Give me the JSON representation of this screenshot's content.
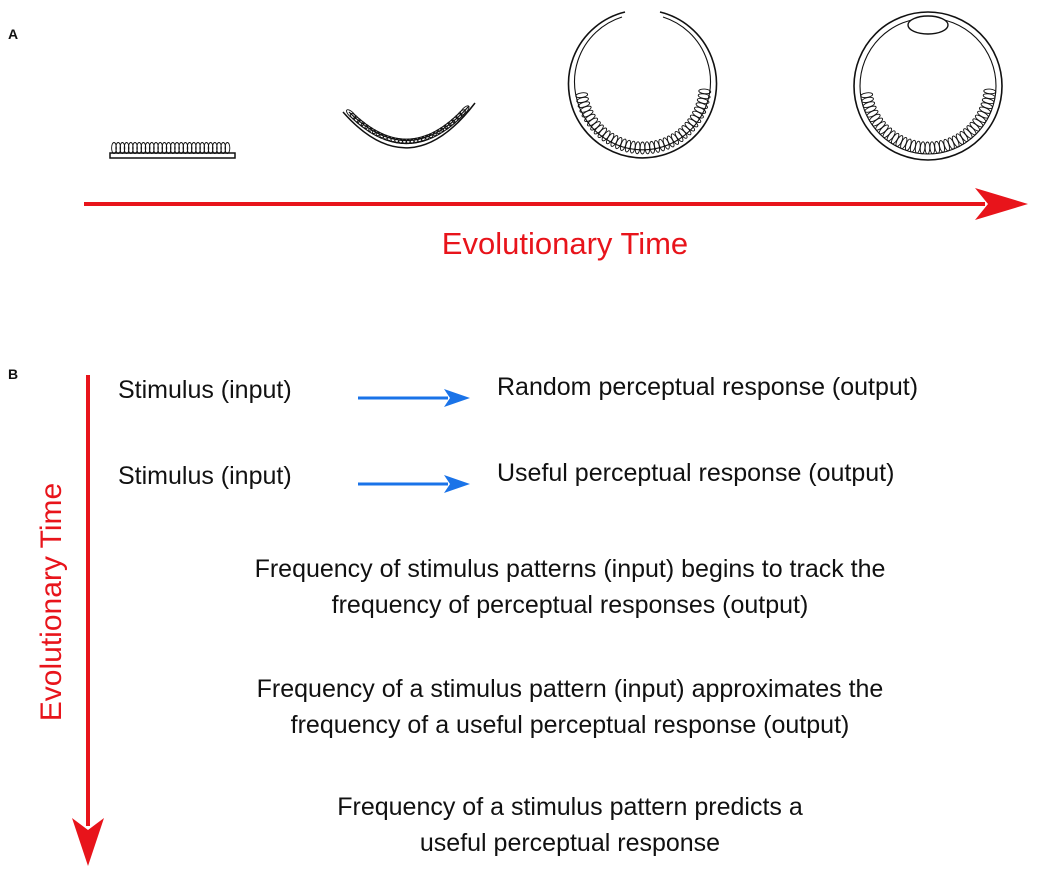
{
  "panel_a": {
    "label": "A",
    "axis_label": "Evolutionary Time",
    "stages": [
      "flat-patch",
      "cup",
      "pinhole-eye",
      "lens-eye"
    ],
    "arrow_color": "#e8141b"
  },
  "panel_b": {
    "label": "B",
    "axis_label": "Evolutionary Time",
    "arrow_color": "#e8141b",
    "link_arrow_color": "#1a73e8",
    "rows": [
      {
        "input": "Stimulus (input)",
        "output": "Random perceptual response (output)"
      },
      {
        "input": "Stimulus (input)",
        "output": "Useful perceptual response (output)"
      }
    ],
    "statements": [
      {
        "line1": "Frequency of stimulus patterns (input) begins to track the",
        "line2": "frequency of perceptual responses (output)"
      },
      {
        "line1": "Frequency of a stimulus pattern (input) approximates the",
        "line2": "frequency of a useful perceptual response (output)"
      },
      {
        "line1": "Frequency of a stimulus pattern predicts a",
        "line2": "useful perceptual response"
      }
    ]
  }
}
